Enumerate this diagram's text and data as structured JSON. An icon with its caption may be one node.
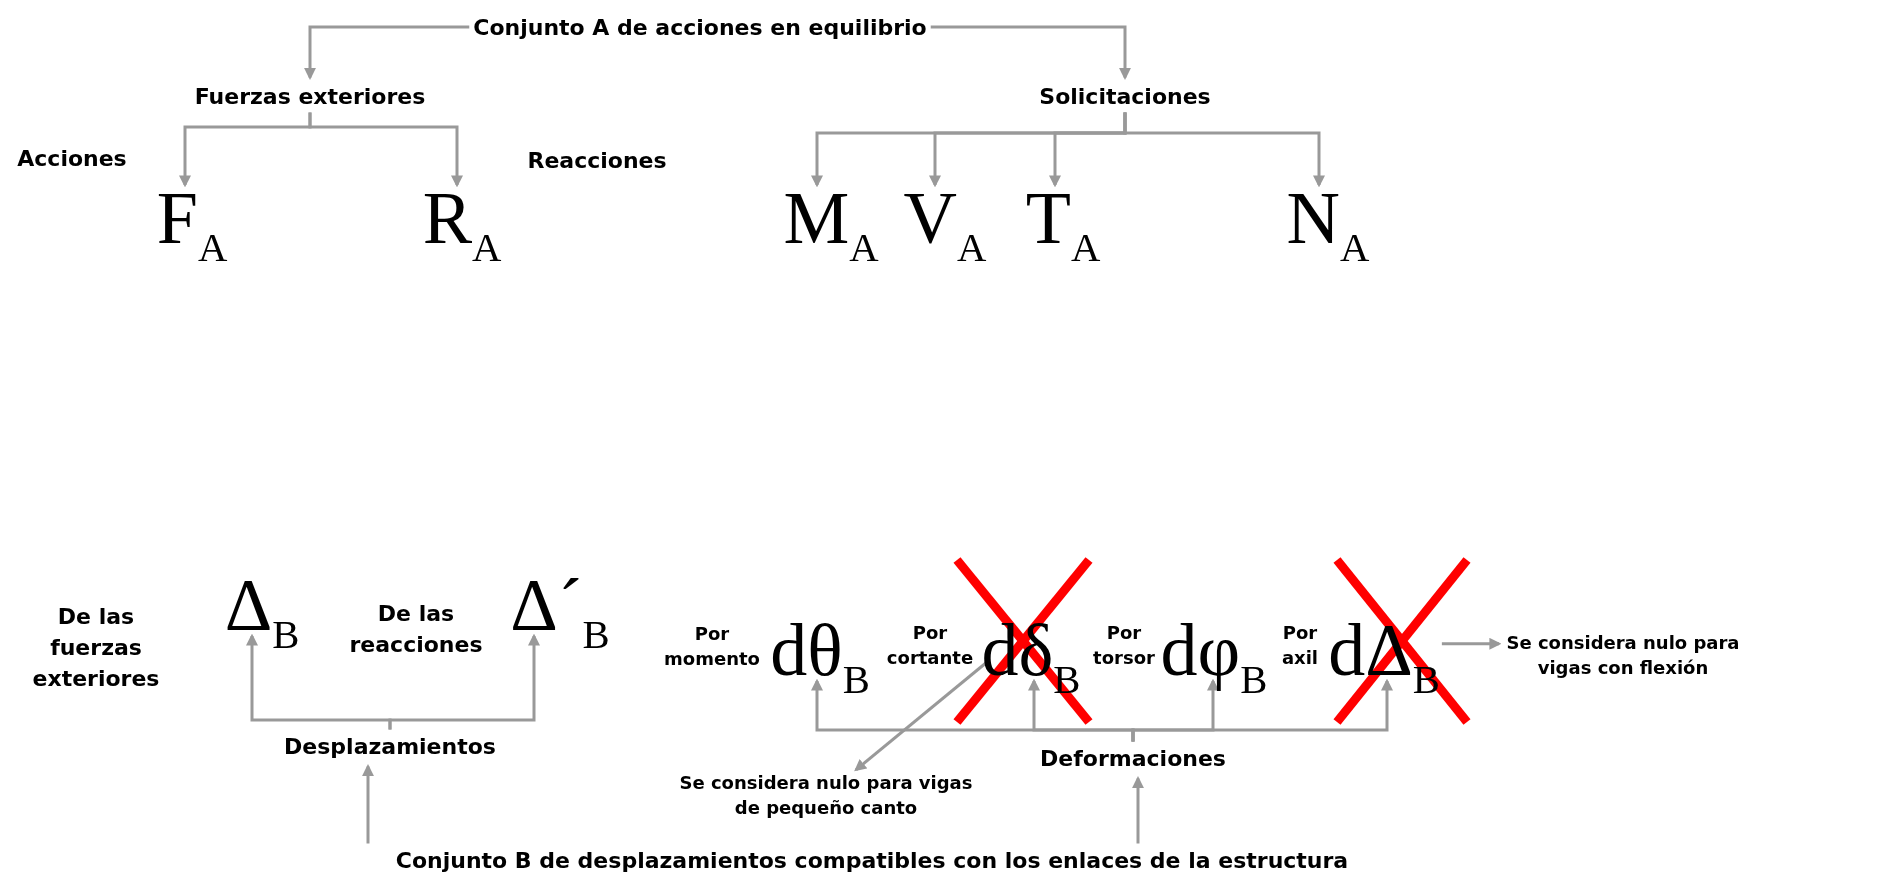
{
  "diagram": {
    "nodes": [
      {
        "text": [
          "Conjunto A  de acciones en equilibrio"
        ]
      },
      {
        "text": [
          "Fuerzas exteriores"
        ]
      },
      {
        "text": [
          "Solicitaciones"
        ]
      },
      {
        "text": [
          "F$_{A}$"
        ]
      },
      {
        "text": [
          "R$_{A}$"
        ]
      },
      {
        "text": [
          "M$_{A}$"
        ]
      },
      {
        "text": [
          "V$_{A}$"
        ]
      },
      {
        "text": [
          "T$_{A}$"
        ]
      },
      {
        "text": [
          "N$_{A}$"
        ]
      },
      {
        "text": [
          "Δ$_{B}$"
        ]
      },
      {
        "text": [
          "Δ´$_{B}$"
        ]
      },
      {
        "text": [
          "Desplazamientos"
        ]
      },
      {
        "text": [
          "dθ$_{B}$"
        ]
      },
      {
        "text": [
          "dδ$_{B}$"
        ]
      },
      {
        "text": [
          "dφ$_{B}$"
        ]
      },
      {
        "text": [
          "dΔ$_{B}$"
        ]
      },
      {
        "text": [
          "Deformaciones"
        ]
      },
      {
        "text": [
          "Se considera nulo para vigas de pequeño canto"
        ]
      },
      {
        "text": [
          "Se considera nulo para vigas con flexión"
        ]
      },
      {
        "text": [
          "Conjunto B de desplazamientos compatibles con los enlaces de la estructura"
        ]
      }
    ],
    "edges": [
      {
        "from": 0,
        "to": 1,
        "arrow": "to"
      },
      {
        "from": 0,
        "to": 2,
        "arrow": "to"
      },
      {
        "from": 1,
        "to": 3,
        "arrow": "to"
      },
      {
        "from": 1,
        "to": 4,
        "arrow": "to"
      },
      {
        "from": 2,
        "to": 5,
        "arrow": "to"
      },
      {
        "from": 2,
        "to": 6,
        "arrow": "to"
      },
      {
        "from": 2,
        "to": 7,
        "arrow": "to"
      },
      {
        "from": 2,
        "to": 8,
        "arrow": "to"
      },
      {
        "from": 11,
        "to": 9,
        "arrow": "to"
      },
      {
        "from": 11,
        "to": 10,
        "arrow": "to"
      },
      {
        "from": 19,
        "to": 11,
        "arrow": "to"
      },
      {
        "from": 16,
        "to": 12,
        "arrow": "to"
      },
      {
        "from": 16,
        "to": 13,
        "arrow": "to"
      },
      {
        "from": 16,
        "to": 14,
        "arrow": "to"
      },
      {
        "from": 16,
        "to": 15,
        "arrow": "to"
      },
      {
        "from": 19,
        "to": 16,
        "arrow": "to"
      },
      {
        "from": 13,
        "to": 17,
        "arrow": "to"
      },
      {
        "from": 15,
        "to": 18,
        "arrow": "to"
      }
    ],
    "labels": [
      "Acciones",
      "Reacciones",
      "De las fuerzas exteriores",
      "De las reacciones",
      "Por momento",
      "Por cortante",
      "Por torsor",
      "Por axil"
    ]
  }
}
